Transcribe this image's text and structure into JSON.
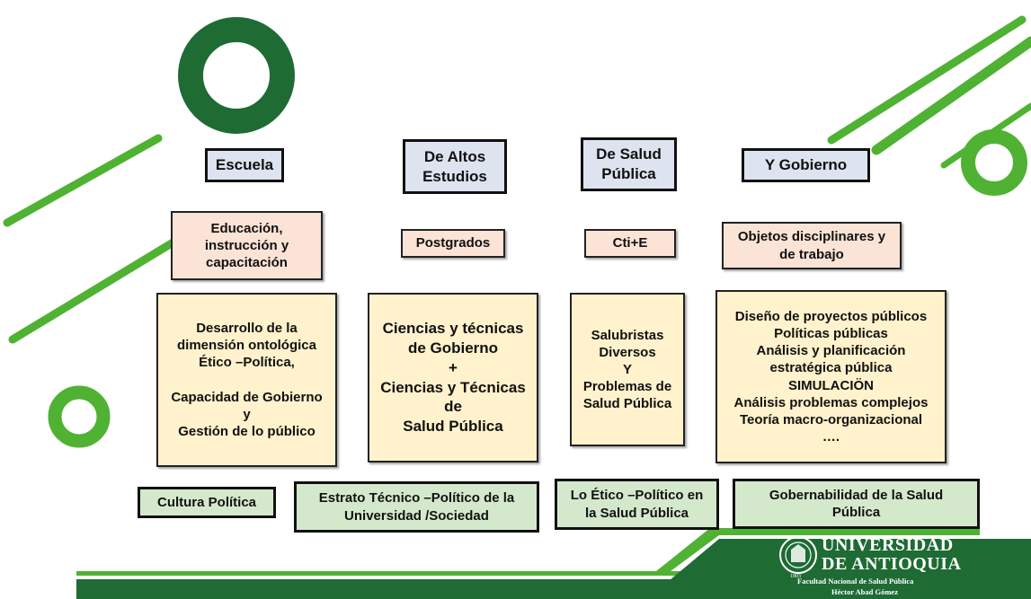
{
  "colors": {
    "dark_green": "#1e6b34",
    "light_green": "#4fb233",
    "header_fill": "#dde3ef",
    "pink_fill": "#fbe3d6",
    "yellow_fill": "#fff2cc",
    "green_fill": "#d4e9cc"
  },
  "headers": [
    "Escuela",
    "De Altos\nEstudios",
    "De Salud\nPública",
    "Y Gobierno"
  ],
  "row2": [
    "Educación,\ninstrucción y\ncapacitación",
    "Postgrados",
    "Cti+E",
    "Objetos disciplinares y\nde trabajo"
  ],
  "row3": [
    "Desarrollo de la\ndimensión ontológica\nÉtico –Política,\n\nCapacidad de Gobierno\ny\nGestión de lo público",
    "Ciencias y técnicas\nde Gobierno\n+\nCiencias y Técnicas\nde\nSalud Pública",
    "Salubristas\nDiversos\nY\nProblemas de\nSalud Pública",
    "Diseño de proyectos públicos\nPolíticas públicas\nAnálisis y planificación\nestratégica pública\nSIMULACIÖN\nAnálisis problemas complejos\nTeoría macro-organizacional\n…."
  ],
  "row4": [
    "Cultura Política",
    "Estrato Técnico –Político de la\nUniversidad /Sociedad",
    "Lo Ético –Político en\nla Salud Pública",
    "Gobernabilidad de la Salud\nPública"
  ],
  "logo": {
    "line1": "UNIVERSIDAD",
    "line2": "DE ANTIOQUIA",
    "sub1": "Facultad Nacional de Salud Pública",
    "sub2": "Héctor Abad Gómez",
    "year": "1803"
  }
}
